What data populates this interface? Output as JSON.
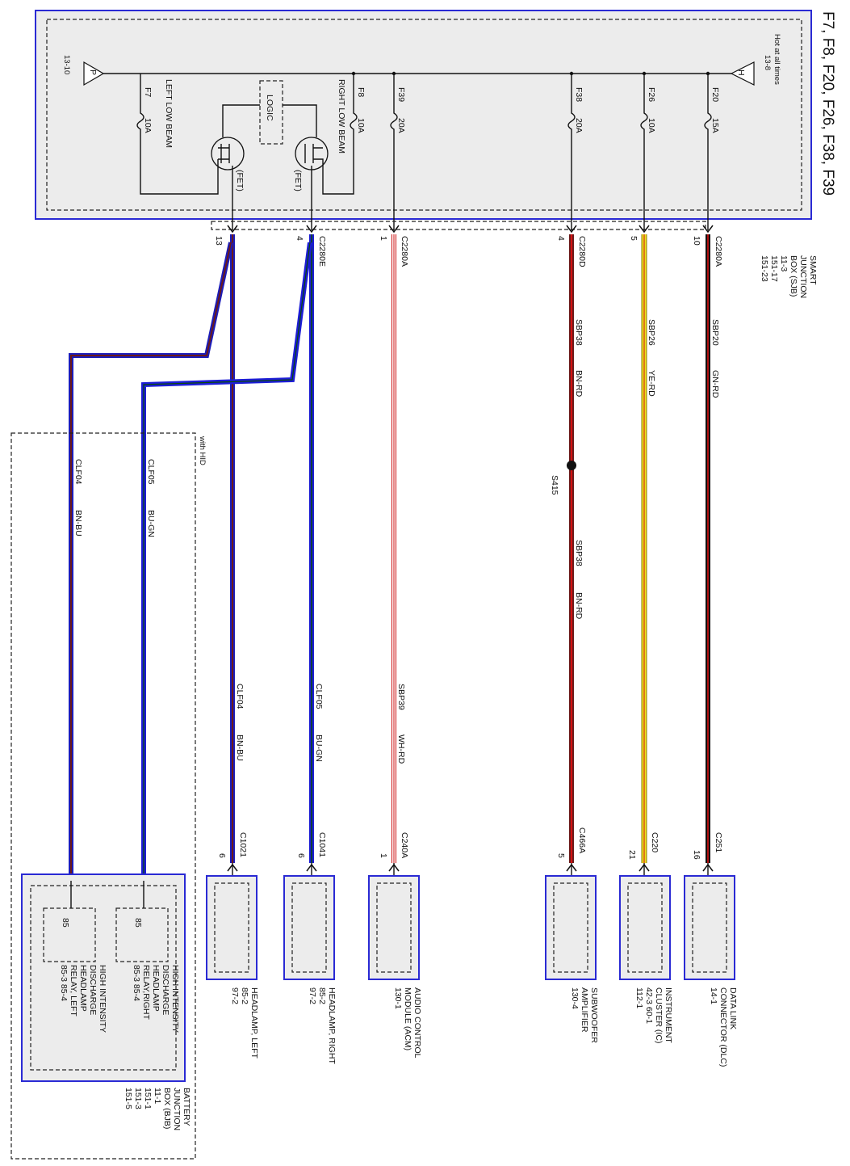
{
  "title": "F7, F8, F20, F26, F38, F39",
  "colors": {
    "blue_frame": "#2a2ad4",
    "module_fill": "#ececec",
    "bn_bu_main": "#6b1a1a",
    "bn_bu_stripe": "#1c1cb8",
    "bu_gn_main": "#1c1cd6",
    "bu_gn_stripe": "#0a4a0a",
    "wh_rd_main": "#ffffff",
    "wh_rd_stripe": "#cc1111",
    "bn_rd_main": "#6b1a1a",
    "bn_rd_stripe": "#d41111",
    "ye_rd_main": "#f0e020",
    "ye_rd_stripe": "#cc1111",
    "gn_rd_main": "#111111",
    "gn_rd_stripe": "#b01010"
  },
  "sjb": {
    "name_lines": [
      "SMART",
      "JUNCTION",
      "BOX (SJB)",
      "11-3",
      "151-17",
      "151-23"
    ],
    "hot_label": "Hot at all times",
    "hot_ref": "13-8",
    "hot_letter": "H",
    "p_ref": "13-10",
    "p_letter": "P",
    "logic_label": "LOGIC",
    "fet_label": "(FET)",
    "fuses": {
      "f20": {
        "name": "F20",
        "rating": "15A"
      },
      "f26": {
        "name": "F26",
        "rating": "10A"
      },
      "f38": {
        "name": "F38",
        "rating": "20A"
      },
      "f39": {
        "name": "F39",
        "rating": "20A"
      },
      "f8": {
        "name": "F8",
        "rating": "10A",
        "desc": "RIGHT LOW BEAM"
      },
      "f7": {
        "name": "F7",
        "rating": "10A",
        "desc": "LEFT LOW BEAM"
      }
    }
  },
  "wires": {
    "dlc": {
      "conn_top": "C2280A",
      "pin_top": "10",
      "circuit": "SBP20",
      "color": "GN-RD",
      "conn_bottom": "C251",
      "pin_bottom": "16"
    },
    "ic": {
      "conn_top": "",
      "pin_top": "5",
      "circuit": "SBP26",
      "color": "YE-RD",
      "conn_bottom": "C220",
      "pin_bottom": "21"
    },
    "sub": {
      "conn_top": "C2280D",
      "pin_top": "4",
      "circuit": "SBP38",
      "color": "BN-RD",
      "splice": "S415",
      "circuit2": "SBP38",
      "color2": "BN-RD",
      "conn_bottom": "C466A",
      "pin_bottom": "5"
    },
    "acm": {
      "conn_top": "C2280A",
      "pin_top": "1",
      "circuit": "SBP39",
      "color": "WH-RD",
      "conn_bottom": "C240A",
      "pin_bottom": "1"
    },
    "hr": {
      "conn_top": "C2280E",
      "pin_top": "4",
      "circuit": "CLF05",
      "color": "BU-GN",
      "conn_bottom": "C1041",
      "pin_bottom": "6"
    },
    "hl": {
      "conn_top": "",
      "pin_top": "13",
      "circuit": "CLF04",
      "color": "BN-BU",
      "conn_bottom": "C1021",
      "pin_bottom": "6"
    },
    "hid_right": {
      "circuit": "CLF05",
      "color": "BU-GN"
    },
    "hid_left": {
      "circuit": "CLF04",
      "color": "BN-BU"
    }
  },
  "hid_label": "with HID",
  "modules": {
    "dlc": {
      "lines": [
        "DATA LINK",
        "CONNECTOR (DLC)",
        "14-1"
      ]
    },
    "ic": {
      "lines": [
        "INSTRUMENT",
        "CLUSTER (IC)",
        "42-3   60-1",
        "112-1"
      ]
    },
    "sub": {
      "lines": [
        "SUBWOOFER",
        "AMPLIFIER",
        "130-4"
      ]
    },
    "acm": {
      "lines": [
        "AUDIO CONTROL",
        "MODULE (ACM)",
        "130-1"
      ]
    },
    "hr": {
      "lines": [
        "HEADLAMP, RIGHT",
        "85-2",
        "97-2"
      ]
    },
    "hl": {
      "lines": [
        "HEADLAMP, LEFT",
        "85-2",
        "97-2"
      ]
    }
  },
  "bjb": {
    "name_lines": [
      "BATTERY",
      "JUNCTION",
      "BOX (BJB)",
      "11-1",
      "151-1",
      "151-3",
      "151-5"
    ],
    "relay_right": {
      "pin": "85",
      "lines": [
        "HIGH INTENSITY",
        "DISCHARGE",
        "HEADLAMP",
        "RELAY,RIGHT",
        "85-3   85-4"
      ]
    },
    "relay_left": {
      "pin": "85",
      "lines": [
        "HIGH INTENSITY",
        "DISCHARGE",
        "HEADLAMP",
        "RELAY, LEFT",
        "85-3   85-4"
      ]
    }
  }
}
